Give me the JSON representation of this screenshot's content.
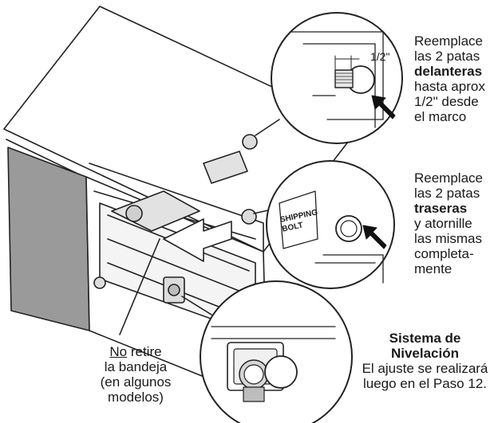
{
  "callout_front_legs": {
    "line1": "Reemplace",
    "line2": "las 2 patas",
    "line3_bold": "delanteras",
    "line4": "hasta aprox",
    "line5": "1/2\" desde",
    "line6": "el marco"
  },
  "callout_rear_legs": {
    "line1": "Reemplace",
    "line2": "las 2 patas",
    "line3_bold": "traseras",
    "line4": "y atornille",
    "line5": "las mismas",
    "line6": "completa-",
    "line7": "mente"
  },
  "leveling_system": {
    "title_line1": "Sistema de",
    "title_line2": "Nivelación",
    "line1": "El ajuste se realizará",
    "line2": "luego en el Paso 12."
  },
  "tray_note": {
    "no_word": "No",
    "rest_line1": " retire",
    "line2": "la bandeja",
    "line3": "(en algunos",
    "line4": "modelos)"
  },
  "measure_label": "1/2\"",
  "shipping_bolt_label_line1": "SHIPPING",
  "shipping_bolt_label_line2": "BOLT"
}
